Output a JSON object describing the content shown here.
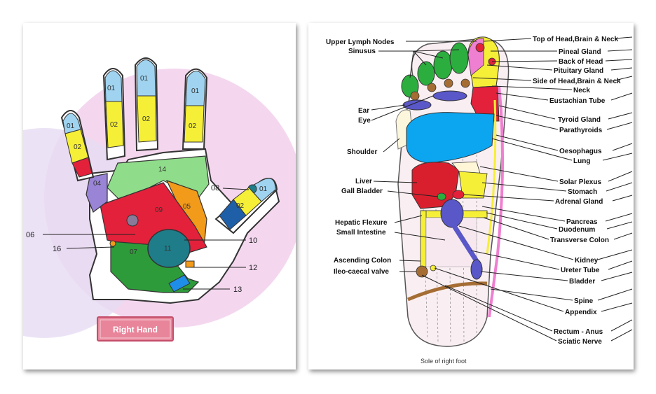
{
  "hand": {
    "title_button": "Right Hand",
    "zones": {
      "z01_index": "01",
      "z01_middle": "01",
      "z01_ring": "01",
      "z01_pinky": "01",
      "z01_thumb": "01",
      "z02_index": "02",
      "z02_middle": "02",
      "z02_ring": "02",
      "z02_pinky": "02",
      "z02_thumb": "02",
      "z04": "04",
      "z14": "14",
      "z09": "09",
      "z05": "05",
      "z07": "07",
      "z11": "11"
    },
    "callouts": {
      "c08": "08",
      "c06": "06",
      "c16": "16",
      "c10": "10",
      "c12": "12",
      "c13": "13"
    }
  },
  "foot": {
    "caption": "Sole of right foot",
    "labels_left": {
      "upper_lymph_nodes": "Upper Lymph Nodes",
      "sinusus": "Sinusus",
      "ear": "Ear",
      "eye": "Eye",
      "shoulder": "Shoulder",
      "liver": "Liver",
      "gall_bladder": "Gall Bladder",
      "hepatic_flexure": "Hepatic Flexure",
      "small_intestine": "Small Intestine",
      "ascending_colon": "Ascending Colon",
      "ileo_caecal_valve": "Ileo-caecal valve"
    },
    "labels_right": {
      "top_of_head": "Top of Head,Brain & Neck",
      "pineal_gland": "Pineal Gland",
      "back_of_head": "Back of Head",
      "pituitary_gland": "Pituitary Gland",
      "side_of_head": "Side of Head,Brain & Neck",
      "neck": "Neck",
      "eustachian_tube": "Eustachian Tube",
      "tyroid_gland": "Tyroid Gland",
      "parathyroids": "Parathyroids",
      "oesophagus": "Oesophagus",
      "lung": "Lung",
      "solar_plexus": "Solar Plexus",
      "stomach": "Stomach",
      "adrenal_gland": "Adrenal Gland",
      "pancreas": "Pancreas",
      "duodenum": "Duodenum",
      "transverse_colon": "Transverse Colon",
      "kidney": "Kidney",
      "ureter_tube": "Ureter Tube",
      "bladder": "Bladder",
      "spine": "Spine",
      "appendix": "Appendix",
      "rectum_anus": "Rectum - Anus",
      "sciatic_nerve": "Sciatic Nerve"
    }
  },
  "colors": {
    "hand_bg_disc": "#f4d7ef",
    "finger_tip": "#9fd3f0",
    "finger_mid": "#f6ef37",
    "red_zone": "#e3213b",
    "green_zone": "#2e9b3a",
    "light_green": "#8fdc8a",
    "teal": "#1f7d8a",
    "lavender": "#9a84d6",
    "orange": "#f29a1a",
    "blue_zone": "#1f8ee8",
    "button": "#e8859b"
  }
}
